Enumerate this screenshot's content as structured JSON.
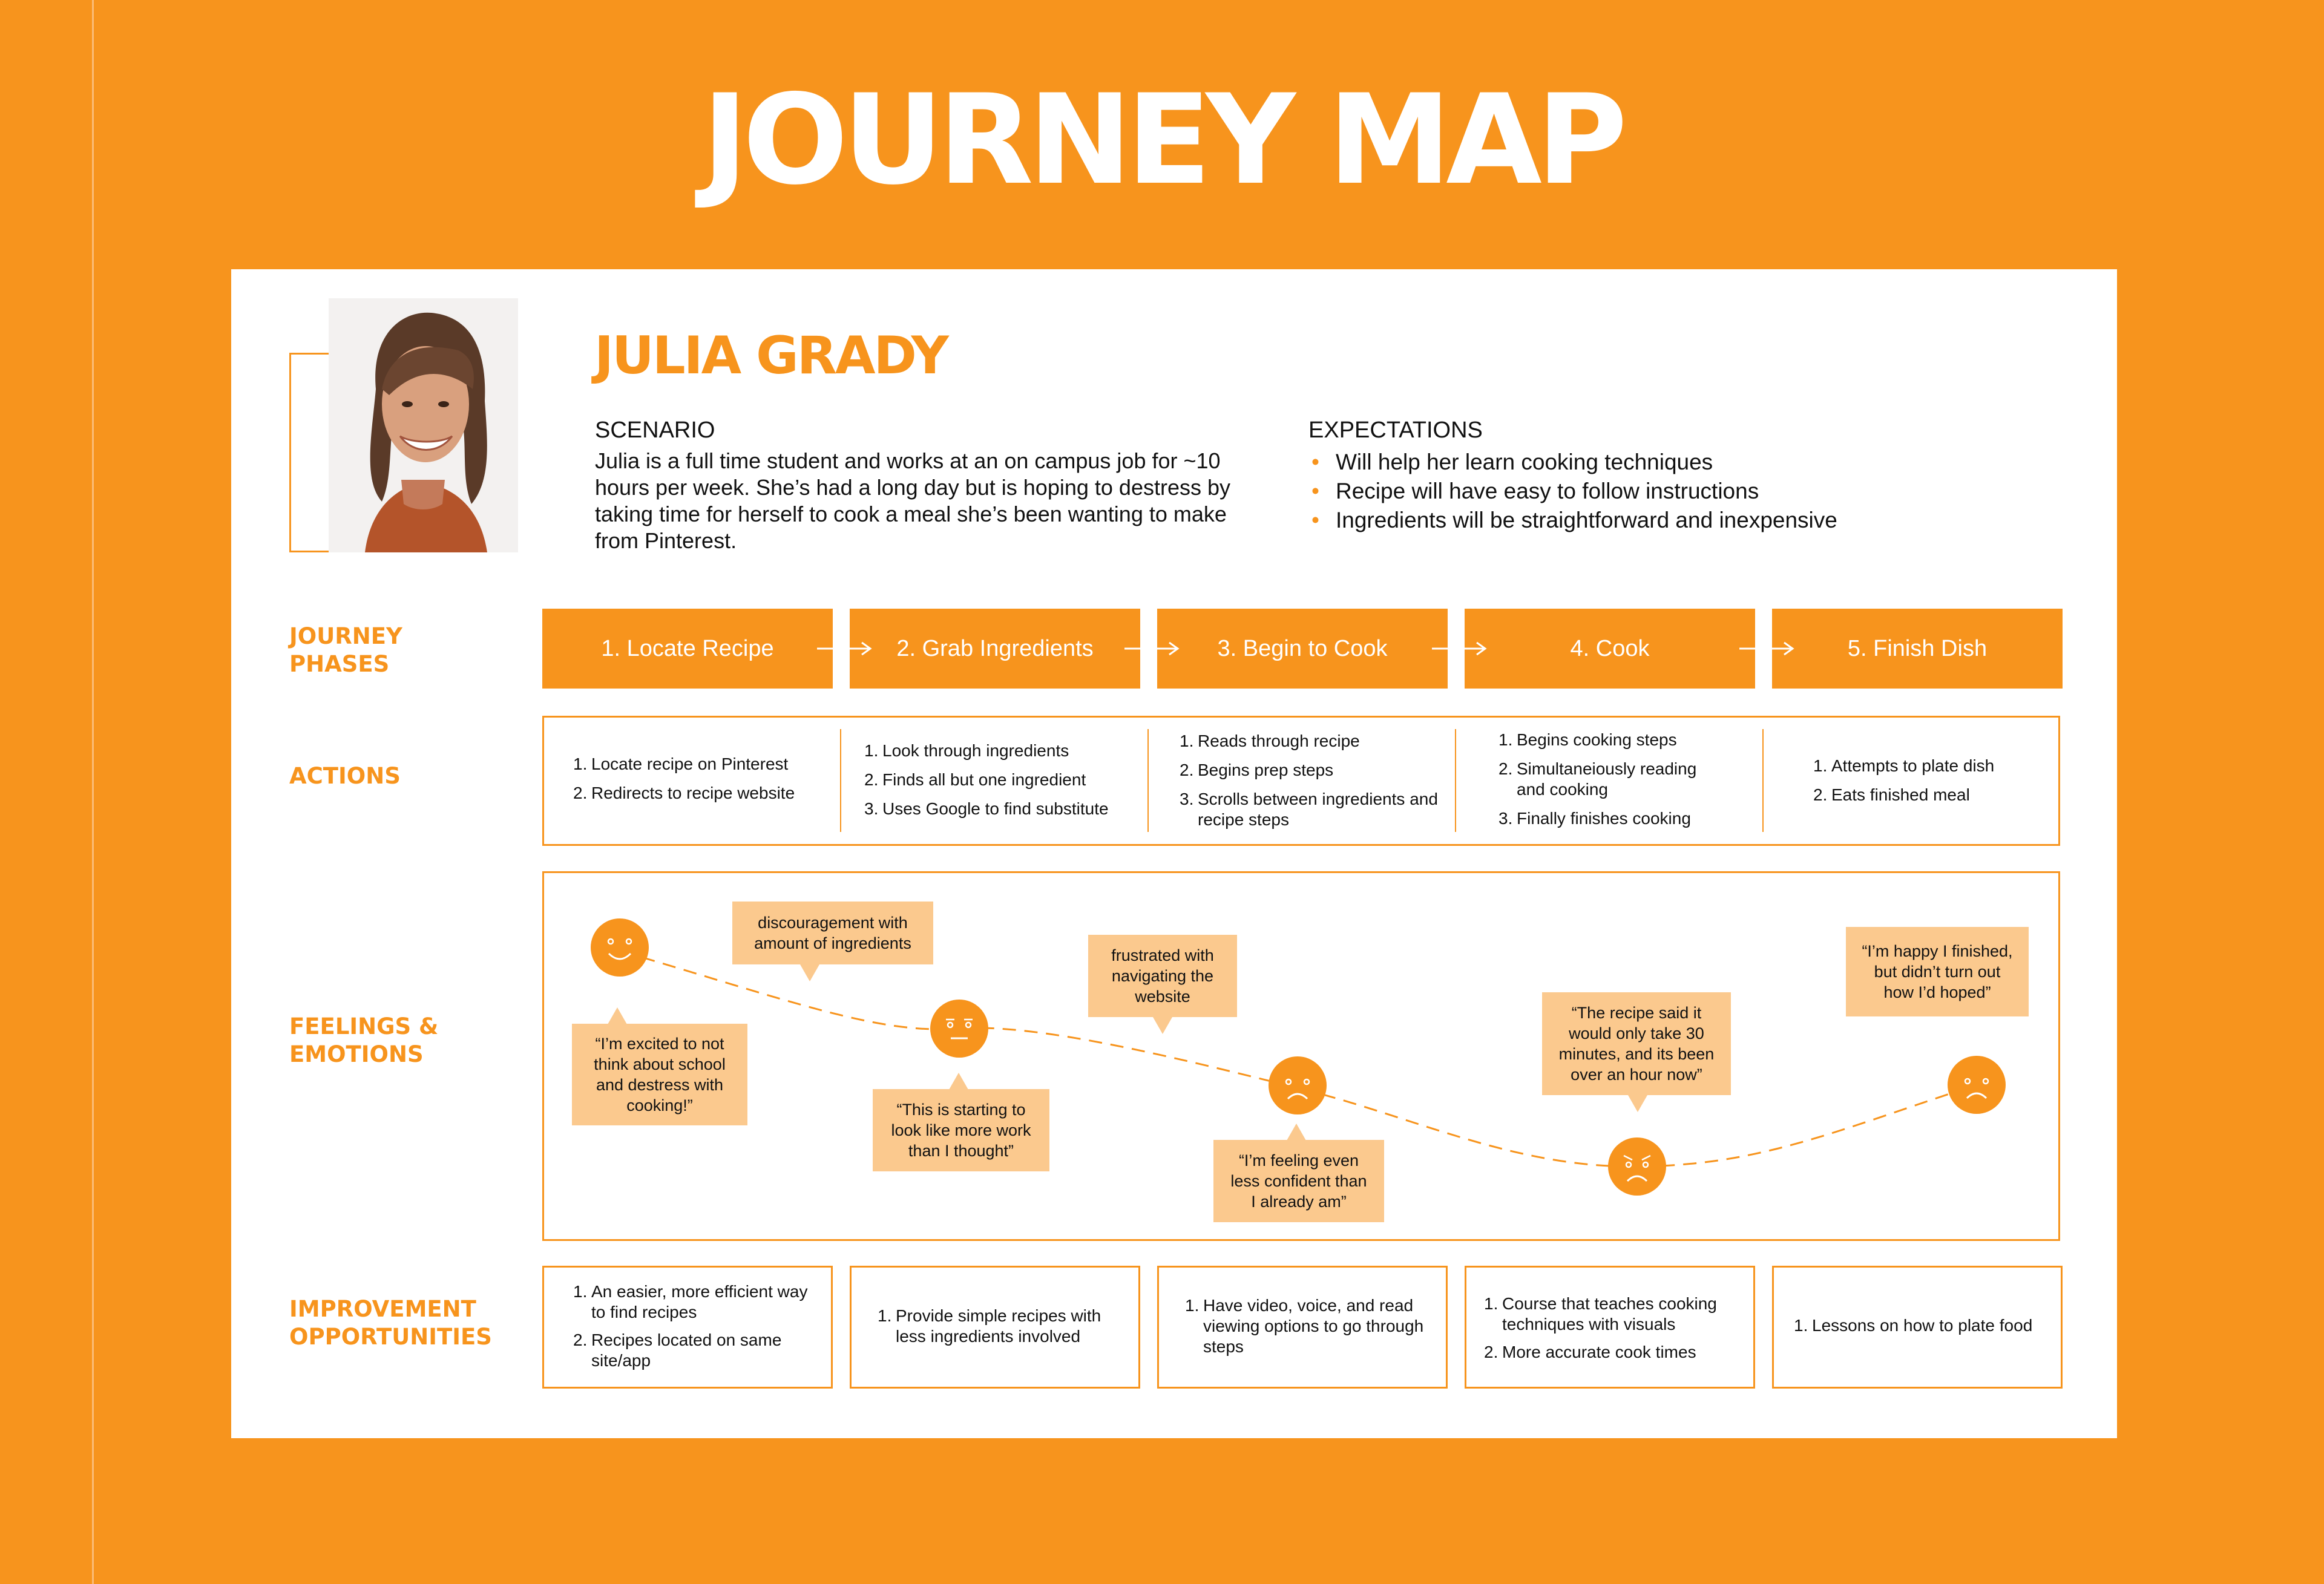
{
  "title": "JOURNEY MAP",
  "persona": {
    "name": "JULIA GRADY",
    "scenario_heading": "SCENARIO",
    "scenario_text": "Julia is a full time student and works at an on campus job for ~10 hours per week. She’s had a long day but is hoping to destress by taking time for herself to cook a meal she’s been wanting to make from Pinterest.",
    "expectations_heading": "EXPECTATIONS",
    "bullet": "•",
    "expectations": [
      "Will help her learn cooking techniques",
      "Recipe will have easy to follow instructions",
      "Ingredients will be straightforward and inexpensive"
    ]
  },
  "rows": {
    "phases": [
      "JOURNEY",
      "PHASES"
    ],
    "actions": [
      "ACTIONS"
    ],
    "feelings": [
      "FEELINGS &",
      "EMOTIONS"
    ],
    "improvement": [
      "IMPROVEMENT",
      "OPPORTUNITIES"
    ]
  },
  "phases": [
    "1. Locate Recipe",
    "2. Grab Ingredients",
    "3. Begin to Cook",
    "4. Cook",
    "5. Finish Dish"
  ],
  "actions": [
    [
      {
        "n": "1.",
        "t": "Locate recipe on Pinterest"
      },
      {
        "n": "2.",
        "t": "Redirects to recipe website"
      }
    ],
    [
      {
        "n": "1.",
        "t": "Look through ingredients"
      },
      {
        "n": "2.",
        "t": "Finds all but one ingredient"
      },
      {
        "n": "3.",
        "t": "Uses Google to find substitute"
      }
    ],
    [
      {
        "n": "1.",
        "t": "Reads through recipe"
      },
      {
        "n": "2.",
        "t": "Begins prep steps"
      },
      {
        "n": "3.",
        "t": "Scrolls between ingredients and recipe steps"
      }
    ],
    [
      {
        "n": "1.",
        "t": "Begins cooking steps"
      },
      {
        "n": "2.",
        "t": "Simultaneiously reading and cooking"
      },
      {
        "n": "3.",
        "t": "Finally finishes cooking"
      }
    ],
    [
      {
        "n": "1.",
        "t": "Attempts to plate dish"
      },
      {
        "n": "2.",
        "t": "Eats finished meal"
      }
    ]
  ],
  "feelings": {
    "quotes": [
      [
        "“I’m excited to not",
        "think about school",
        "and destress with",
        "cooking!”"
      ],
      [
        "discouragement with",
        "amount of ingredients"
      ],
      [
        "“This is starting to",
        "look like more work",
        "than I thought”"
      ],
      [
        "frustrated with",
        "navigating the",
        "website"
      ],
      [
        "“I’m feeling even",
        "less confident than",
        "I already am”"
      ],
      [
        "“The recipe said it",
        "would only take 30",
        "minutes, and its been",
        "over an hour now”"
      ],
      [
        "“I’m happy I finished,",
        "but didn’t turn out",
        "how I’d hoped”"
      ]
    ],
    "faces": [
      "happy-face",
      "neutral-face",
      "sad-face",
      "angry-face",
      "sad-face"
    ],
    "accent_color": "#F7941D",
    "bubble_color": "#FBC98E"
  },
  "improvements": [
    [
      {
        "n": "1.",
        "t": "An easier, more efficient way to find recipes"
      },
      {
        "n": "2.",
        "t": "Recipes located on same site/app"
      }
    ],
    [
      {
        "n": "1.",
        "t": "Provide simple recipes with less ingredients involved"
      }
    ],
    [
      {
        "n": "1.",
        "t": "Have video, voice, and read viewing options to go through steps"
      }
    ],
    [
      {
        "n": "1.",
        "t": "Course that teaches cooking techniques with visuals"
      },
      {
        "n": "2.",
        "t": "More accurate cook times"
      }
    ],
    [
      {
        "n": "1.",
        "t": "Lessons on how to plate food"
      }
    ]
  ]
}
